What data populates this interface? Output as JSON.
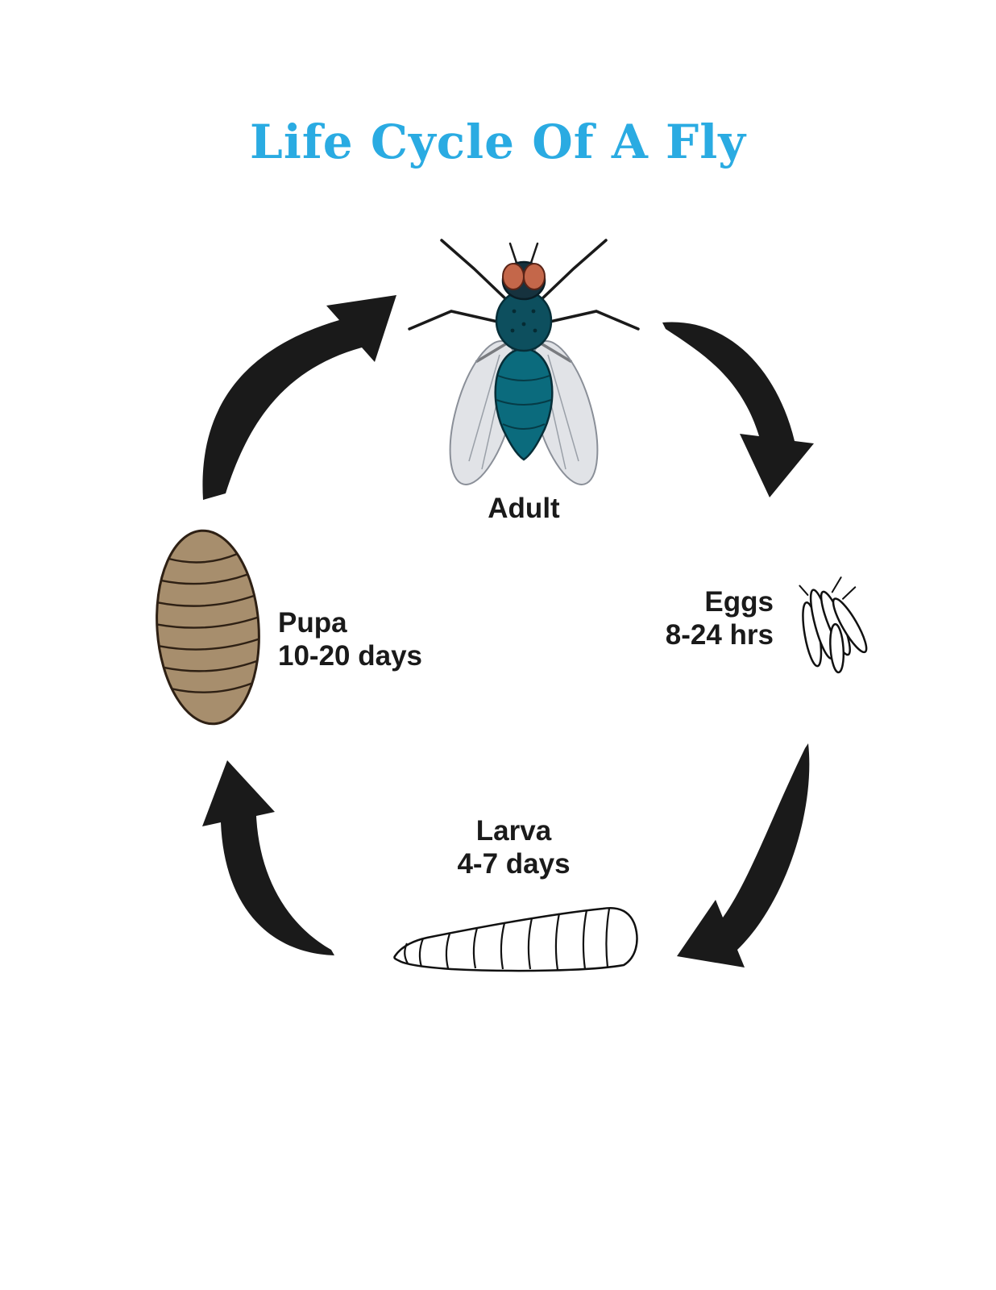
{
  "title": "Life Cycle Of A Fly",
  "title_color": "#2aabe2",
  "stages": {
    "adult": {
      "label": "Adult"
    },
    "eggs": {
      "label": "Eggs",
      "duration": "8-24 hrs"
    },
    "larva": {
      "label": "Larva",
      "duration": "4-7 days"
    },
    "pupa": {
      "label": "Pupa",
      "duration": "10-20 days"
    }
  },
  "colors": {
    "arrow": "#1a1a1a",
    "label_text": "#1a1a1a",
    "pupa_fill": "#a78e6d",
    "pupa_outline": "#2e2014",
    "fly_body": "#0b6b7d",
    "fly_thorax": "#0d4f5e",
    "fly_head": "#16323e",
    "fly_eye": "#c4674a",
    "wing_fill": "#c9ccd4",
    "egg_fill": "#ffffff",
    "outline": "#111111",
    "background": "#ffffff"
  }
}
